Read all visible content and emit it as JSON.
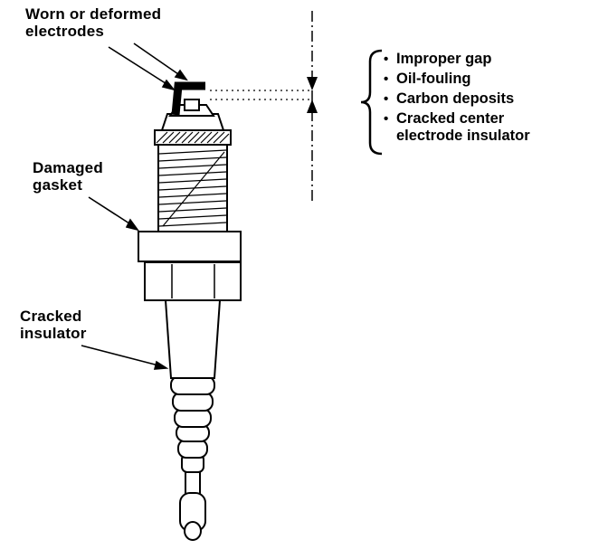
{
  "diagram": {
    "labels": {
      "worn_electrodes": "Worn or deformed\nelectrodes",
      "damaged_gasket": "Damaged\ngasket",
      "cracked_insulator": "Cracked\ninsulator"
    },
    "conditions": {
      "bullet": "•",
      "items": [
        "Improper gap",
        "Oil-fouling",
        "Carbon deposits",
        "Cracked center electrode insulator"
      ]
    },
    "colors": {
      "ink": "#000000",
      "background": "#ffffff"
    }
  }
}
